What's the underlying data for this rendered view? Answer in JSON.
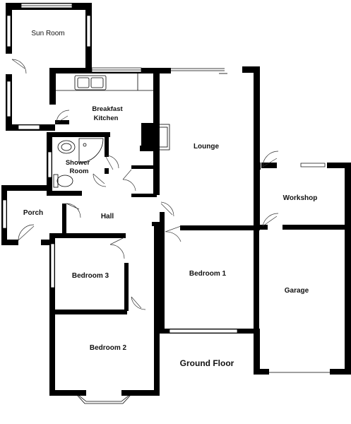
{
  "plan": {
    "floor_label": "Ground Floor",
    "rooms": {
      "sun_room": "Sun Room",
      "breakfast_kitchen_line1": "Breakfast",
      "breakfast_kitchen_line2": "Kitchen",
      "shower_room_line1": "Shower",
      "shower_room_line2": "Room",
      "lounge": "Lounge",
      "workshop": "Workshop",
      "porch": "Porch",
      "hall": "Hall",
      "bedroom_3": "Bedroom 3",
      "bedroom_1": "Bedroom 1",
      "bedroom_2": "Bedroom 2",
      "garage": "Garage"
    }
  }
}
